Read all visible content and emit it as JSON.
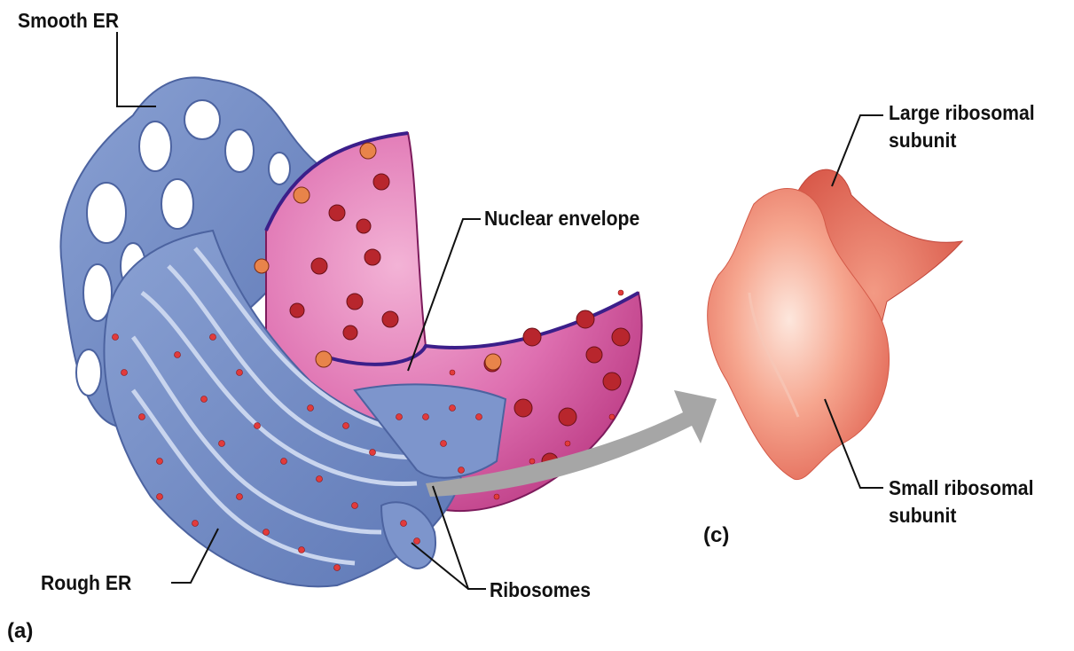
{
  "labels": {
    "smooth_er": "Smooth ER",
    "nuclear_envelope": "Nuclear envelope",
    "rough_er": "Rough ER",
    "ribosomes": "Ribosomes",
    "large_subunit_line1": "Large ribosomal",
    "large_subunit_line2": "subunit",
    "small_subunit_line1": "Small ribosomal",
    "small_subunit_line2": "subunit"
  },
  "panels": {
    "a": "(a)",
    "c": "(c)"
  },
  "colors": {
    "er_blue": "#6f89c4",
    "er_blue_light": "#b6c6e6",
    "nucleus_pink": "#d04f98",
    "nucleus_pink_light": "#ee9fcc",
    "ribosome_red": "#e23b3b",
    "ribosome_salmon": "#f07d6c",
    "arrow_gray": "#a6a6a6"
  }
}
